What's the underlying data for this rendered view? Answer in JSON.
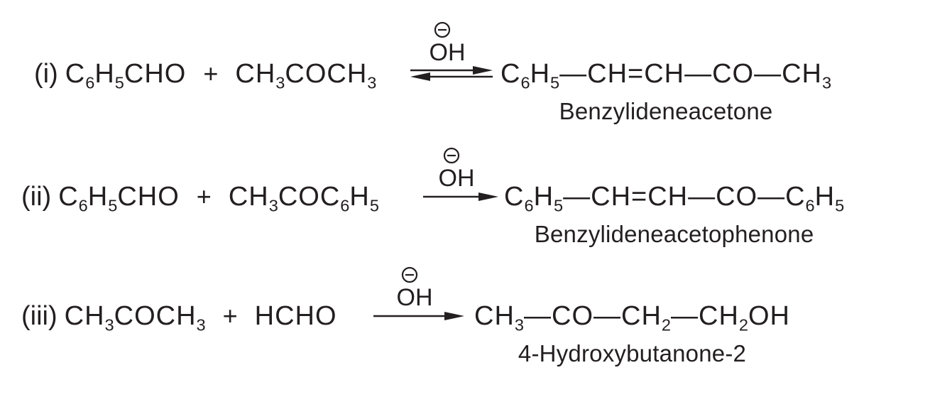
{
  "page": {
    "background": "#ffffff",
    "text_color": "#231f20"
  },
  "reactions": [
    {
      "index": "(i)",
      "reactant_1": "C_6H_5CHO",
      "plus": "+",
      "reactant_2": "CH_3COCH_3",
      "arrow": {
        "type": "equilibrium",
        "charge_icon": "circled-minus",
        "reagent": "OH"
      },
      "product_formula": "C_6H_5—CH=CH—CO—CH_3",
      "product_name": "Benzylideneacetone"
    },
    {
      "index": "(ii)",
      "reactant_1": "C_6H_5CHO",
      "plus": "+",
      "reactant_2": "CH_3COC_6H_5",
      "arrow": {
        "type": "forward",
        "charge_icon": "circled-minus",
        "reagent": "OH"
      },
      "product_formula": "C_6H_5—CH=CH—CO—C_6H_5",
      "product_name": "Benzylideneacetophenone"
    },
    {
      "index": "(iii)",
      "reactant_1": "CH_3COCH_3",
      "plus": "+",
      "reactant_2": "HCHO",
      "arrow": {
        "type": "forward",
        "charge_icon": "circled-minus",
        "reagent": "OH"
      },
      "product_formula": "CH_3—CO—CH_2—CH_2OH",
      "product_name": "4-Hydroxybutanone-2"
    }
  ]
}
